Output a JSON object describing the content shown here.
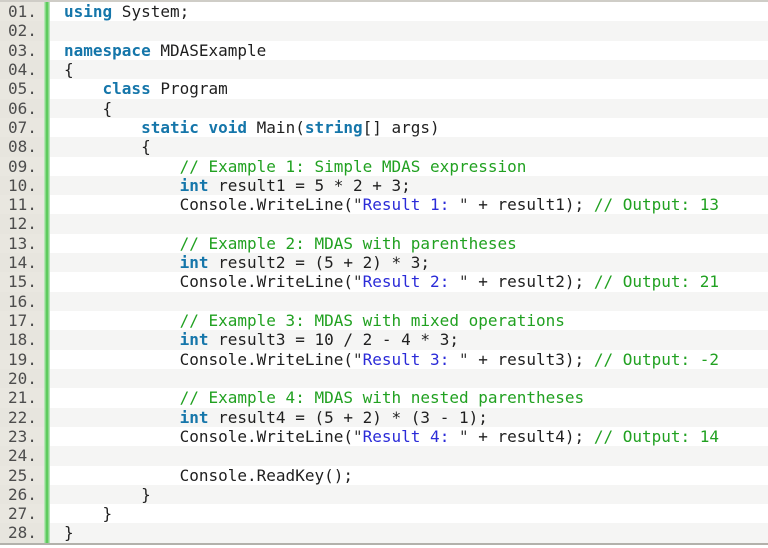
{
  "meta": {
    "view": "code-listing",
    "language": "csharp"
  },
  "colors": {
    "keyword": "#1576aa",
    "comment": "#21a121",
    "string": "#2b2bd8",
    "quote": "#3c3c3c",
    "plain_text": "#1f1f1f",
    "gutter_background": "#e9e7e0",
    "line_number": "#4d4d4d",
    "accent_bar_green": "#5ecb5e",
    "row_stripe": "#f5f5f4",
    "background": "#ffffff"
  },
  "code": {
    "lines": [
      {
        "num": "01.",
        "tokens": [
          [
            "k",
            "using"
          ],
          [
            "p",
            " System;"
          ]
        ]
      },
      {
        "num": "02.",
        "tokens": []
      },
      {
        "num": "03.",
        "tokens": [
          [
            "k",
            "namespace"
          ],
          [
            "p",
            " MDASExample"
          ]
        ]
      },
      {
        "num": "04.",
        "tokens": [
          [
            "p",
            "{"
          ]
        ]
      },
      {
        "num": "05.",
        "tokens": [
          [
            "p",
            "    "
          ],
          [
            "k",
            "class"
          ],
          [
            "p",
            " Program"
          ]
        ]
      },
      {
        "num": "06.",
        "tokens": [
          [
            "p",
            "    {"
          ]
        ]
      },
      {
        "num": "07.",
        "tokens": [
          [
            "p",
            "        "
          ],
          [
            "k",
            "static"
          ],
          [
            "p",
            " "
          ],
          [
            "k",
            "void"
          ],
          [
            "p",
            " Main("
          ],
          [
            "k",
            "string"
          ],
          [
            "p",
            "[] args)"
          ]
        ]
      },
      {
        "num": "08.",
        "tokens": [
          [
            "p",
            "        {"
          ]
        ]
      },
      {
        "num": "09.",
        "tokens": [
          [
            "p",
            "            "
          ],
          [
            "c",
            "// Example 1: Simple MDAS expression"
          ]
        ]
      },
      {
        "num": "10.",
        "tokens": [
          [
            "p",
            "            "
          ],
          [
            "k",
            "int"
          ],
          [
            "p",
            " result1 = 5 * 2 + 3;"
          ]
        ]
      },
      {
        "num": "11.",
        "tokens": [
          [
            "p",
            "            Console.WriteLine("
          ],
          [
            "q",
            "\""
          ],
          [
            "s",
            "Result 1: "
          ],
          [
            "q",
            "\""
          ],
          [
            "p",
            " + result1); "
          ],
          [
            "c",
            "// Output: 13"
          ]
        ]
      },
      {
        "num": "12.",
        "tokens": []
      },
      {
        "num": "13.",
        "tokens": [
          [
            "p",
            "            "
          ],
          [
            "c",
            "// Example 2: MDAS with parentheses"
          ]
        ]
      },
      {
        "num": "14.",
        "tokens": [
          [
            "p",
            "            "
          ],
          [
            "k",
            "int"
          ],
          [
            "p",
            " result2 = (5 + 2) * 3;"
          ]
        ]
      },
      {
        "num": "15.",
        "tokens": [
          [
            "p",
            "            Console.WriteLine("
          ],
          [
            "q",
            "\""
          ],
          [
            "s",
            "Result 2: "
          ],
          [
            "q",
            "\""
          ],
          [
            "p",
            " + result2); "
          ],
          [
            "c",
            "// Output: 21"
          ]
        ]
      },
      {
        "num": "16.",
        "tokens": []
      },
      {
        "num": "17.",
        "tokens": [
          [
            "p",
            "            "
          ],
          [
            "c",
            "// Example 3: MDAS with mixed operations"
          ]
        ]
      },
      {
        "num": "18.",
        "tokens": [
          [
            "p",
            "            "
          ],
          [
            "k",
            "int"
          ],
          [
            "p",
            " result3 = 10 / 2 - 4 * 3;"
          ]
        ]
      },
      {
        "num": "19.",
        "tokens": [
          [
            "p",
            "            Console.WriteLine("
          ],
          [
            "q",
            "\""
          ],
          [
            "s",
            "Result 3: "
          ],
          [
            "q",
            "\""
          ],
          [
            "p",
            " + result3); "
          ],
          [
            "c",
            "// Output: -2"
          ]
        ]
      },
      {
        "num": "20.",
        "tokens": []
      },
      {
        "num": "21.",
        "tokens": [
          [
            "p",
            "            "
          ],
          [
            "c",
            "// Example 4: MDAS with nested parentheses"
          ]
        ]
      },
      {
        "num": "22.",
        "tokens": [
          [
            "p",
            "            "
          ],
          [
            "k",
            "int"
          ],
          [
            "p",
            " result4 = (5 + 2) * (3 - 1);"
          ]
        ]
      },
      {
        "num": "23.",
        "tokens": [
          [
            "p",
            "            Console.WriteLine("
          ],
          [
            "q",
            "\""
          ],
          [
            "s",
            "Result 4: "
          ],
          [
            "q",
            "\""
          ],
          [
            "p",
            " + result4); "
          ],
          [
            "c",
            "// Output: 14"
          ]
        ]
      },
      {
        "num": "24.",
        "tokens": []
      },
      {
        "num": "25.",
        "tokens": [
          [
            "p",
            "            Console.ReadKey();"
          ]
        ]
      },
      {
        "num": "26.",
        "tokens": [
          [
            "p",
            "        }"
          ]
        ]
      },
      {
        "num": "27.",
        "tokens": [
          [
            "p",
            "    }"
          ]
        ]
      },
      {
        "num": "28.",
        "tokens": [
          [
            "p",
            "}"
          ]
        ]
      }
    ]
  }
}
